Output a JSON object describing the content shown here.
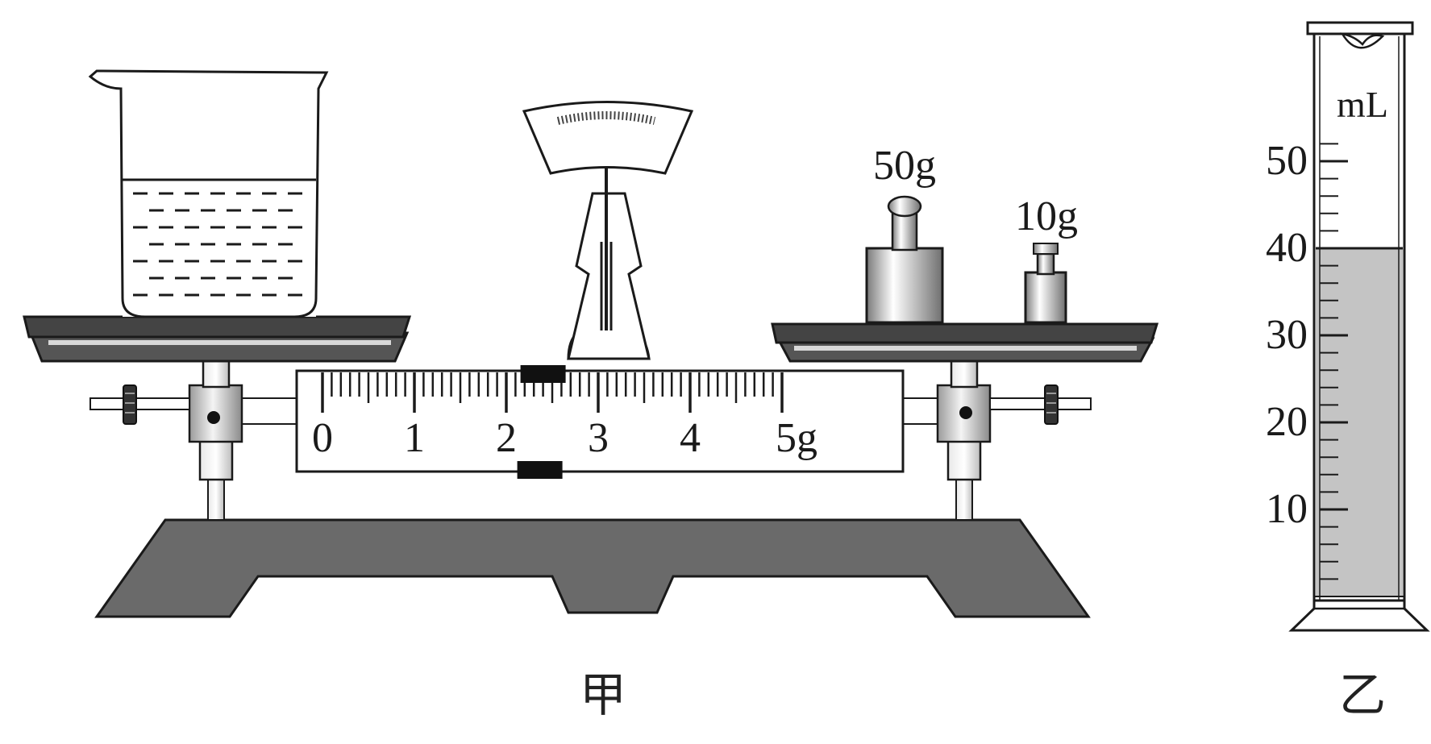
{
  "figures": {
    "balance": {
      "caption": "甲",
      "rider_scale": {
        "labels": [
          "0",
          "1",
          "2",
          "3",
          "4",
          "5g"
        ],
        "rider_position_g": 2.4
      },
      "weights": [
        {
          "label": "50g"
        },
        {
          "label": "10g"
        }
      ]
    },
    "cylinder": {
      "caption": "乙",
      "unit": "mL",
      "scale_labels": [
        "10",
        "20",
        "30",
        "40",
        "50"
      ],
      "liquid_level_ml": 40
    }
  },
  "colors": {
    "ink": "#1a1a1a",
    "base_gray": "#6a6a6a",
    "liquid_gray": "#c4c4c4",
    "pan_gray": "#555555"
  }
}
